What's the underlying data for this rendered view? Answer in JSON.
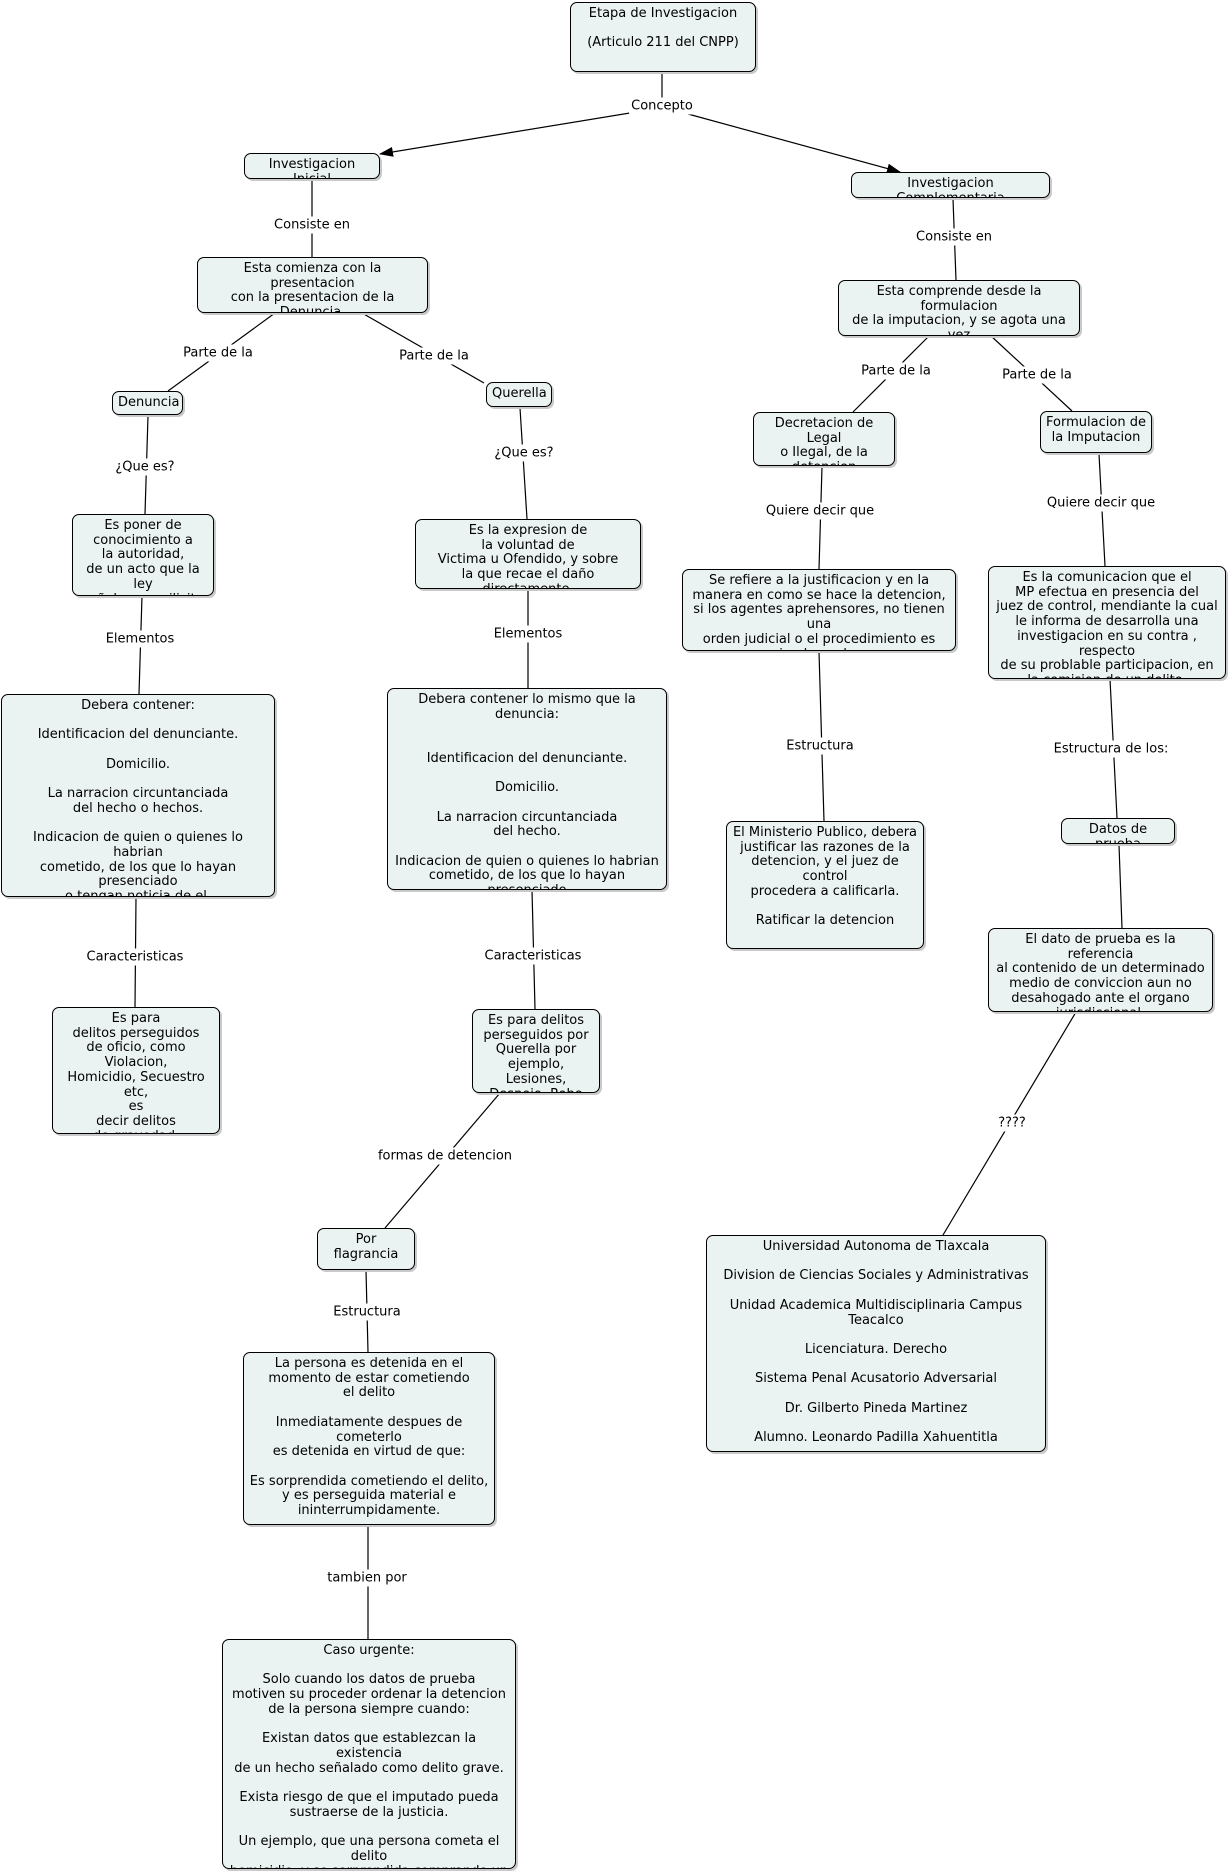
{
  "nodes": {
    "etapa": "Etapa de Investigacion\n\n(Articulo 211 del CNPP)",
    "inicial": "Investigacion Inicial",
    "complementaria": "Investigacion Complementaria",
    "comienza": "Esta comienza con la presentacion\ncon la presentacion de la Denuncia,\nQuerella u Requisito equivalente.",
    "comprende": "Esta comprende desde la formulacion\nde la imputacion, y se agota una vez\nque se haya cerrado la investigacion",
    "denuncia": "Denuncia",
    "querella": "Querella",
    "decretacion": "Decretacion de Legal\no Ilegal, de la\ndetencion",
    "formulacion": "Formulacion de\nla Imputacion",
    "poner_conocimiento": "Es poner de\nconocimiento a\nla autoridad,\nde un acto que la ley\nseñala como ilicito",
    "expresion": "Es la expresion de\nla voluntad de\nVictima u Ofendido, y sobre\nla que recae el daño directamente.",
    "justificacion": "Se refiere a la justificacion y en la\nmanera en como se hace la detencion,\nsi los agentes aprehensores, no tienen una\norden judicial o el procedimiento es\ninadecuado.",
    "comunicacion": "Es la comunicacion que el\nMP efectua en presencia del\njuez de control, mendiante la cual\nle informa de desarrolla una\ninvestigacion en su contra , respecto\nde su problable participacion, en\nla comision de un delito.",
    "debera_denuncia": "Debera contener:\n\nIdentificacion del denunciante.\n\nDomicilio.\n\nLa narracion circuntanciada\ndel hecho o hechos.\n\nIndicacion de quien o quienes lo habrian\ncometido, de los que lo hayan presenciado\no tengan noticia de el.",
    "debera_querella": "Debera contener lo mismo que la denuncia:\n\n\nIdentificacion del denunciante.\n\nDomicilio.\n\nLa narracion circuntanciada\ndel hecho.\n\nIndicacion de quien o quienes lo habrian\ncometido, de los que lo hayan presenciado\no tengan noticia de el.",
    "ministerio": "El Ministerio Publico, debera\njustificar las razones de la\ndetencion, y el juez de control\nprocedera a calificarla.\n\nRatificar la detencion",
    "datos_prueba": "Datos de prueba",
    "dato_referencia": "El dato de prueba es la referencia\nal contenido de un determinado\nmedio de conviccion aun no\ndesahogado ante el organo\njurisdiccional.",
    "oficio": "Es para\ndelitos perseguidos\nde oficio, como\nViolacion,\nHomicidio, Secuestro etc,\nes\ndecir delitos\nde gravedad.",
    "querella_delitos": "Es para delitos\nperseguidos por\nQuerella por\nejemplo, Lesiones,\nDespojo, Robo etc",
    "flagrancia": "Por flagrancia",
    "detenida": "La persona es detenida en el\nmomento de estar cometiendo\nel delito\n\nInmediatamente despues de cometerlo\nes detenida en virtud de que:\n\nEs sorprendida cometiendo el delito,\ny es perseguida material e\nininterrumpidamente.",
    "caso_urgente": "Caso urgente:\n\nSolo cuando los datos de prueba\nmotiven su proceder ordenar la detencion\nde la persona siempre cuando:\n\nExistan datos que establezcan la existencia\nde un hecho señalado como delito grave.\n\nExista riesgo de que el imputado pueda\nsustraerse de la justicia.\n\nUn ejemplo, que una persona cometa el delito\nhomicidio, y se sorprendida comprando un\nboleto de avion para huir de su pais.",
    "universidad": "Universidad Autonoma de Tlaxcala\n\nDivision de Ciencias Sociales y Administrativas\n\nUnidad Academica Multidisciplinaria Campus Teacalco\n\nLicenciatura. Derecho\n\nSistema Penal Acusatorio Adversarial\n\nDr. Gilberto Pineda Martinez\n\nAlumno. Leonardo Padilla Xahuentitla"
  },
  "labels": {
    "concepto": "Concepto",
    "consiste_en_1": "Consiste en",
    "consiste_en_2": "Consiste en",
    "parte_de_la_1": "Parte de la",
    "parte_de_la_2": "Parte de la",
    "parte_de_la_3": "Parte de la",
    "parte_de_la_4": "Parte de la",
    "que_es_1": "¿Que es?",
    "que_es_2": "¿Que es?",
    "quiere_decir_1": "Quiere decir que",
    "quiere_decir_2": "Quiere decir que",
    "elementos_1": "Elementos",
    "elementos_2": "Elementos",
    "estructura_1": "Estructura",
    "estructura_de_los": "Estructura de los:",
    "caracteristicas_1": "Caracteristicas",
    "caracteristicas_2": "Caracteristicas",
    "formas_detencion": "formas de detencion",
    "estructura_2": "Estructura",
    "tambien_por": "tambien por",
    "interrogantes": "????"
  }
}
